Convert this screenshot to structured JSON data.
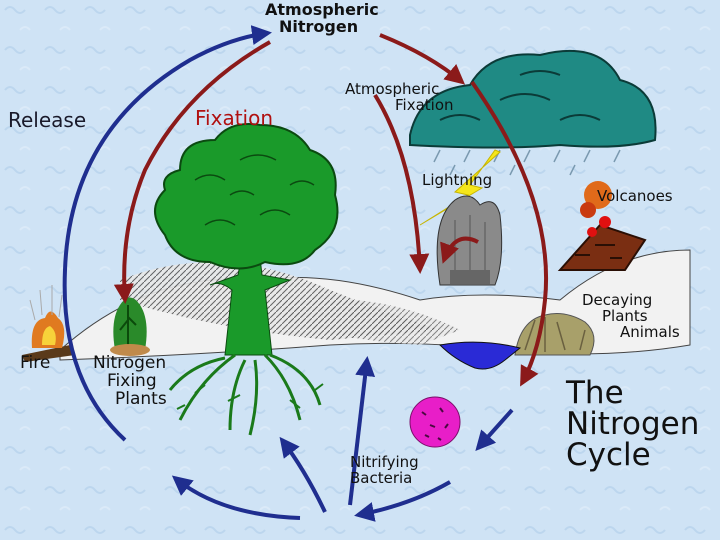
{
  "labels": {
    "atmospheric_nitrogen": [
      "Atmospheric",
      "Nitrogen"
    ],
    "release": "Release",
    "fixation": "Fixation",
    "atmospheric_fixation": [
      "Atmospheric",
      "Fixation"
    ],
    "lightning": "Lightning",
    "volcanoes": "Volcanoes",
    "decaying": [
      "Decaying",
      "Plants",
      "Animals"
    ],
    "fire": "Fire",
    "nitrogen_fixing_plants": [
      "Nitrogen",
      "Fixing",
      "Plants"
    ],
    "nitrifying_bacteria": [
      "Nitrifying",
      "Bacteria"
    ],
    "title": [
      "The",
      "Nitrogen",
      "Cycle"
    ]
  },
  "colors": {
    "background": "#cfe3f5",
    "arrow_blue": "#1f2e8f",
    "arrow_red": "#8b1a1a",
    "tree_green": "#1a9a2a",
    "label_red": "#b01010",
    "bacteria_magenta": "#e81ec8"
  }
}
